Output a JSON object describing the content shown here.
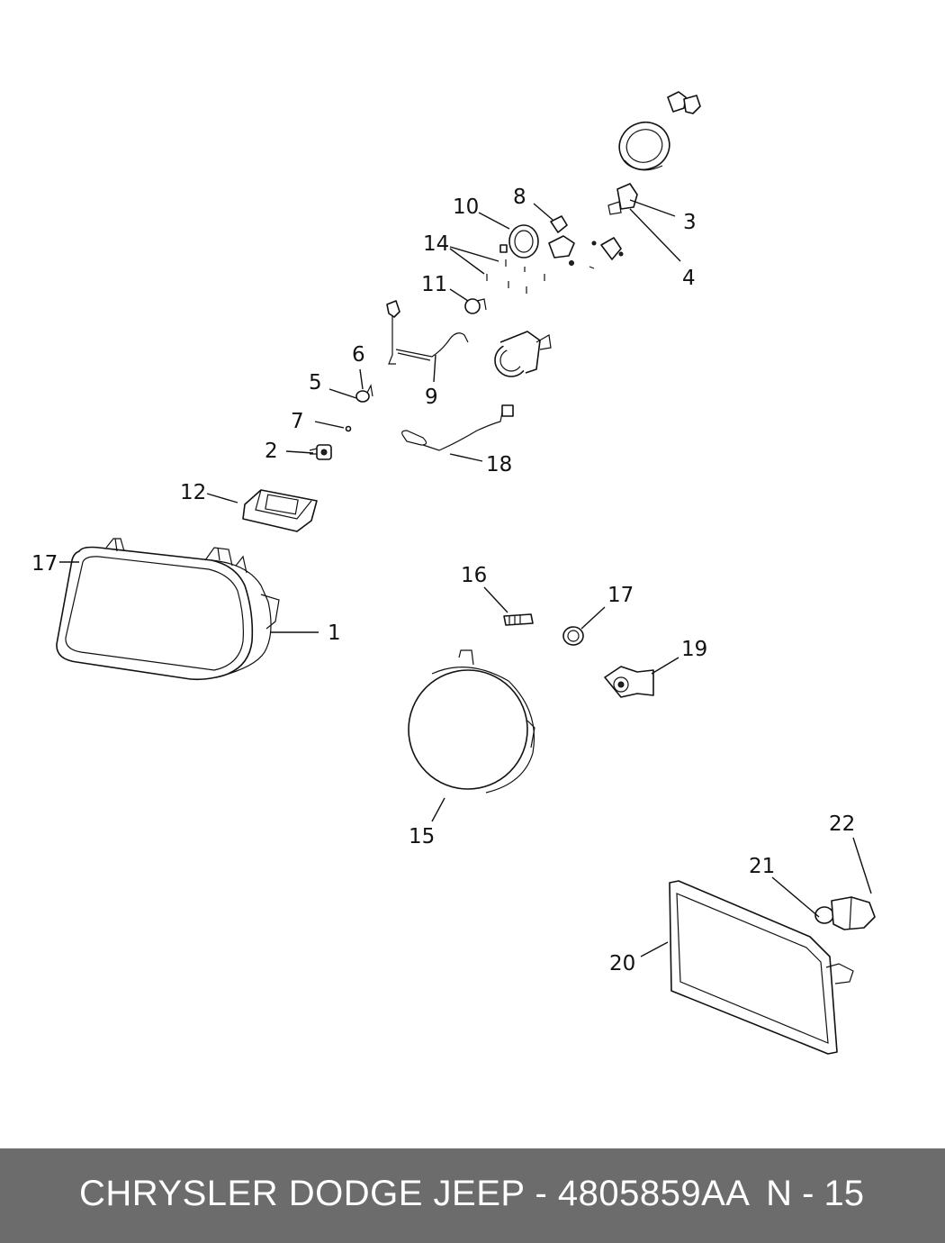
{
  "callouts": [
    "1",
    "2",
    "3",
    "4",
    "5",
    "6",
    "7",
    "8",
    "9",
    "10",
    "11",
    "12",
    "14",
    "17",
    "16",
    "17",
    "19",
    "18",
    "15",
    "22",
    "21",
    "20"
  ],
  "footer": {
    "title": "CHRYSLER DODGE JEEP - 4805859AA",
    "page": "N - 15"
  }
}
